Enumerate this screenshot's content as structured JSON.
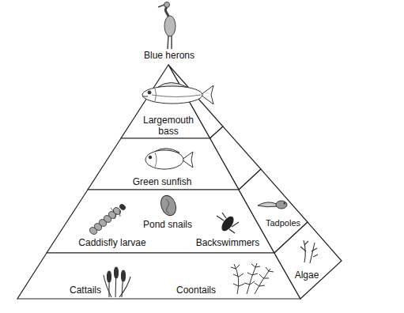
{
  "diagram": {
    "nodes": [
      {
        "text": [
          "Largemouth bass"
        ]
      },
      {
        "text": [
          "Green sunfish"
        ]
      },
      {
        "text": [
          "Caddisfly larvae",
          "Pond snails",
          "Backswimmers"
        ]
      },
      {
        "text": [
          "Tadpoles"
        ]
      },
      {
        "text": [
          "Cattails",
          "Coontails"
        ]
      },
      {
        "text": [
          "Algae"
        ]
      }
    ],
    "labels": [
      "Blue herons"
    ]
  }
}
